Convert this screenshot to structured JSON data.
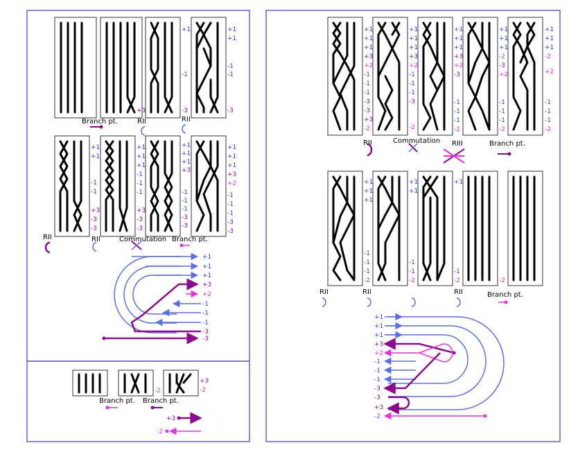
{
  "colors": {
    "blue": "#2f3fd6",
    "purple": "#8c0a8c",
    "magenta": "#e530e5",
    "loop_blue": "#5b6ee8",
    "panel": "#3a3acc"
  },
  "labels": {
    "branch": "Branch pt.",
    "rii": "RII",
    "commutation": "Commutation",
    "riii": "RIII"
  },
  "numbers": {
    "p1": "+1",
    "m1": "-1",
    "p3": "+3",
    "m3": "-3",
    "p2": "+2",
    "m2": "-2"
  },
  "left_top": {
    "row1_captions": [
      "Branch pt.",
      "RII",
      "RII"
    ],
    "row2_captions": [
      "RII",
      "RII",
      "Commutation",
      "Branch pt."
    ],
    "diagram_labels": [
      "+1",
      "+1",
      "+1",
      "+3",
      "+2",
      "-1",
      "-1",
      "-1",
      "-3",
      "-3"
    ]
  },
  "left_bottom": {
    "captions": [
      "Branch pt.",
      "Branch pt."
    ],
    "right_labels": [
      "+3",
      "-2"
    ],
    "arrow_labels": [
      "+3",
      "-2"
    ]
  },
  "right": {
    "row1_captions": [
      "RII",
      "Commutation",
      "RIII",
      "Branch pt."
    ],
    "row2_captions": [
      "RII",
      "RII",
      "RII",
      "Branch pt."
    ],
    "diagram_labels": [
      "+1",
      "+1",
      "+1",
      "+3",
      "+2",
      "-1",
      "-1",
      "-1",
      "-3",
      "-3",
      "+3",
      "-2"
    ]
  }
}
